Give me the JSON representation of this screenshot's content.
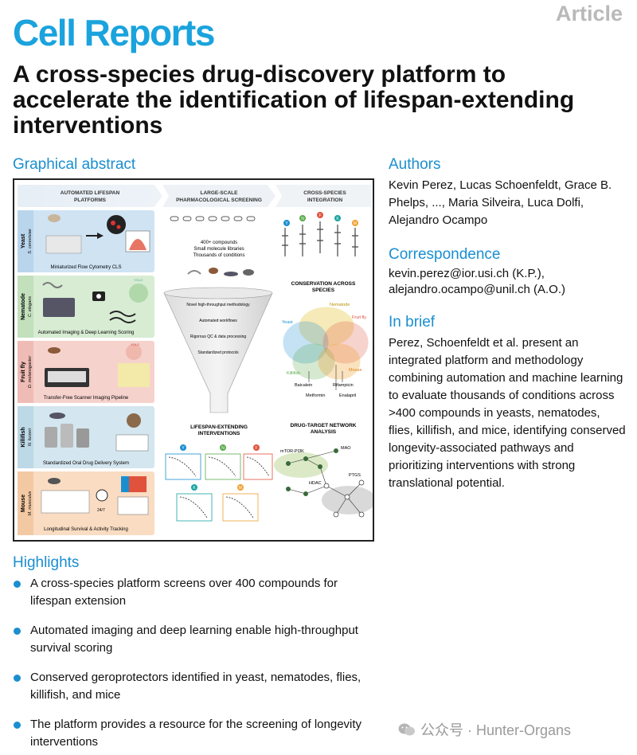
{
  "header": {
    "journal": "Cell Reports",
    "type": "Article",
    "title": "A cross-species drug-discovery platform to accelerate the identification of lifespan-extending interventions"
  },
  "graphical_abstract": {
    "heading": "Graphical abstract",
    "columns": {
      "col1": [
        "AUTOMATED LIFESPAN",
        "PLATFORMS"
      ],
      "col2": [
        "LARGE-SCALE",
        "PHARMACOLOGICAL SCREENING"
      ],
      "col3": [
        "CROSS-SPECIES",
        "INTEGRATION"
      ]
    },
    "species": [
      {
        "common": "Yeast",
        "latin": "S. cerevisiae",
        "caption": "Miniaturized Flow Cytometry CLS",
        "color": "#cfe3f3"
      },
      {
        "common": "Nematode",
        "latin": "C. elegans",
        "caption": "Automated Imaging & Deep Learning Scoring",
        "color": "#d7ecd3"
      },
      {
        "common": "Fruit fly",
        "latin": "D. melanogaster",
        "caption": "Transfer-Free Scanner Imaging Pipeline",
        "color": "#f6d2cd"
      },
      {
        "common": "Killifish",
        "latin": "N. furzeri",
        "caption": "Standardized Oral Drug Delivery System",
        "color": "#d4e6ef"
      },
      {
        "common": "Mouse",
        "latin": "M. musculus",
        "caption": "Longitudinal Survival & Activity Tracking",
        "color": "#f9dcc2"
      }
    ],
    "screening": {
      "lines": [
        "400+ compounds",
        "Small molecule libraries",
        "Thousands of conditions"
      ],
      "funnel": [
        "Novel high-throughput methodology",
        "Automated workflows",
        "Rigorous QC & data processing",
        "Standardized protocols"
      ],
      "yolo1": "YOLO",
      "yolo2": "YOLO",
      "clock_label": "24/7"
    },
    "lifespan": {
      "heading": [
        "LIFESPAN-EXTENDING",
        "INTERVENTIONS"
      ],
      "letters": [
        "Y",
        "N",
        "F",
        "K",
        "M"
      ]
    },
    "conservation": {
      "heading": [
        "CONSERVATION ACROSS",
        "SPECIES"
      ],
      "sets": [
        "Nematode",
        "Yeast",
        "Fruit fly",
        "Killifish",
        "Mouse"
      ],
      "drugs": [
        "Baicalein",
        "Rifampicin",
        "Metformin",
        "Enalapril"
      ],
      "letters": [
        "Y",
        "N",
        "F",
        "K",
        "M"
      ]
    },
    "network": {
      "heading": [
        "DRUG-TARGET NETWORK",
        "ANALYSIS"
      ],
      "nodes": [
        "mTOR-PI3K",
        "MAO",
        "HDAC",
        "PTGS"
      ]
    },
    "colors": {
      "yeast": "#1a8fd0",
      "nematode": "#e8c43a",
      "fly": "#e0523c",
      "killifish": "#5aaa4c",
      "mouse": "#f0a030"
    }
  },
  "authors": {
    "heading": "Authors",
    "text": "Kevin Perez, Lucas Schoenfeldt, Grace B. Phelps, ..., Maria Silveira, Luca Dolfi, Alejandro Ocampo"
  },
  "correspondence": {
    "heading": "Correspondence",
    "line1": "kevin.perez@ior.usi.ch (K.P.),",
    "line2": "alejandro.ocampo@unil.ch (A.O.)"
  },
  "in_brief": {
    "heading": "In brief",
    "text": "Perez, Schoenfeldt et al. present an integrated platform and methodology combining automation and machine learning to evaluate thousands of conditions across >400 compounds in yeasts, nematodes, flies, killifish, and mice, identifying conserved longevity-associated pathways and prioritizing interventions with strong translational potential."
  },
  "highlights": {
    "heading": "Highlights",
    "items": [
      "A cross-species platform screens over 400 compounds for lifespan extension",
      "Automated imaging and deep learning enable high-throughput survival scoring",
      "Conserved geroprotectors identified in yeast, nematodes, flies, killifish, and mice",
      "The platform provides a resource for the screening of longevity interventions"
    ]
  },
  "watermark": {
    "text": "公众号 · Hunter-Organs"
  }
}
